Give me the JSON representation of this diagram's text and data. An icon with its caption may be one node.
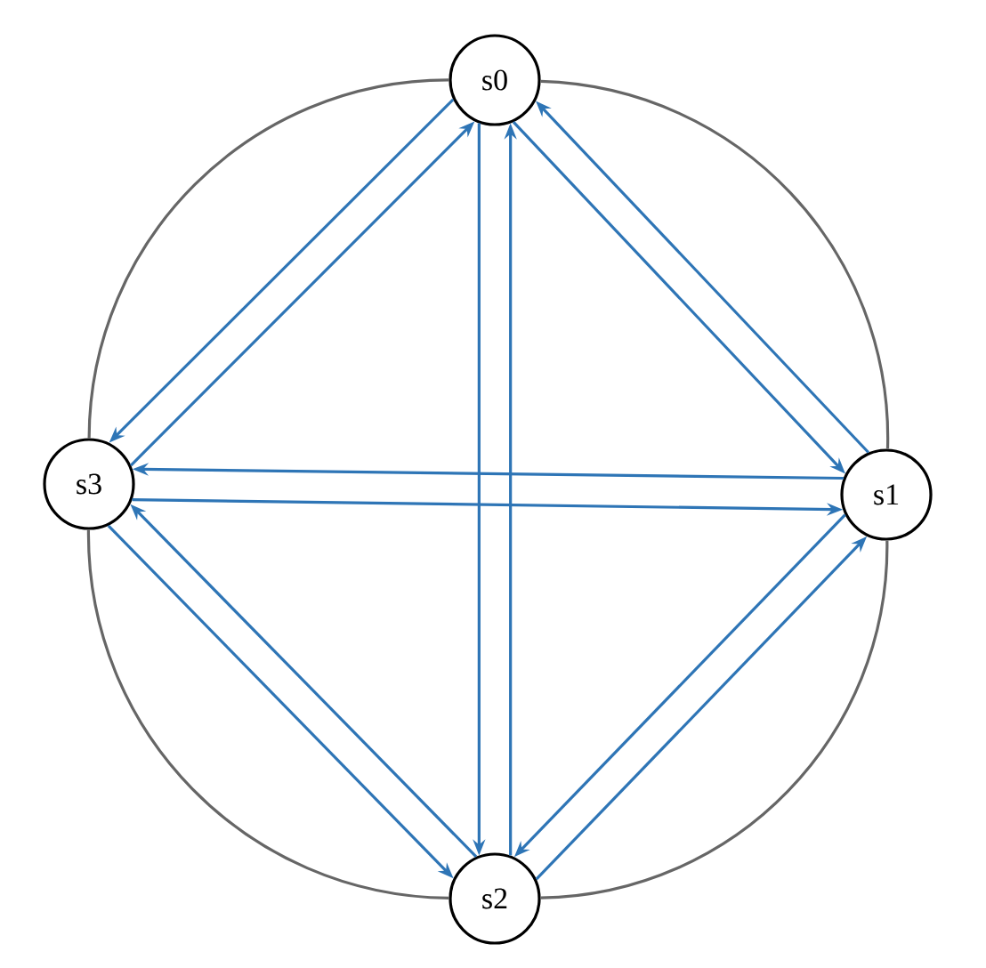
{
  "diagram": {
    "nodes": [
      {
        "text": [
          "s0"
        ]
      },
      {
        "text": [
          "s1"
        ]
      },
      {
        "text": [
          "s2"
        ]
      },
      {
        "text": [
          "s3"
        ]
      }
    ],
    "edges": [
      {
        "from": 0,
        "to": 1,
        "arrow": "none",
        "color": "#666666"
      },
      {
        "from": 1,
        "to": 2,
        "arrow": "none",
        "color": "#666666"
      },
      {
        "from": 2,
        "to": 3,
        "arrow": "none",
        "color": "#666666"
      },
      {
        "from": 3,
        "to": 0,
        "arrow": "none",
        "color": "#666666"
      },
      {
        "from": 0,
        "to": 1,
        "arrow": "to"
      },
      {
        "from": 1,
        "to": 0,
        "arrow": "to"
      },
      {
        "from": 0,
        "to": 2,
        "arrow": "to"
      },
      {
        "from": 2,
        "to": 0,
        "arrow": "to"
      },
      {
        "from": 0,
        "to": 3,
        "arrow": "to"
      },
      {
        "from": 3,
        "to": 0,
        "arrow": "to"
      },
      {
        "from": 1,
        "to": 2,
        "arrow": "to"
      },
      {
        "from": 2,
        "to": 1,
        "arrow": "to"
      },
      {
        "from": 1,
        "to": 3,
        "arrow": "to"
      },
      {
        "from": 3,
        "to": 1,
        "arrow": "to"
      },
      {
        "from": 2,
        "to": 3,
        "arrow": "to"
      },
      {
        "from": 3,
        "to": 2,
        "arrow": "to"
      }
    ]
  }
}
